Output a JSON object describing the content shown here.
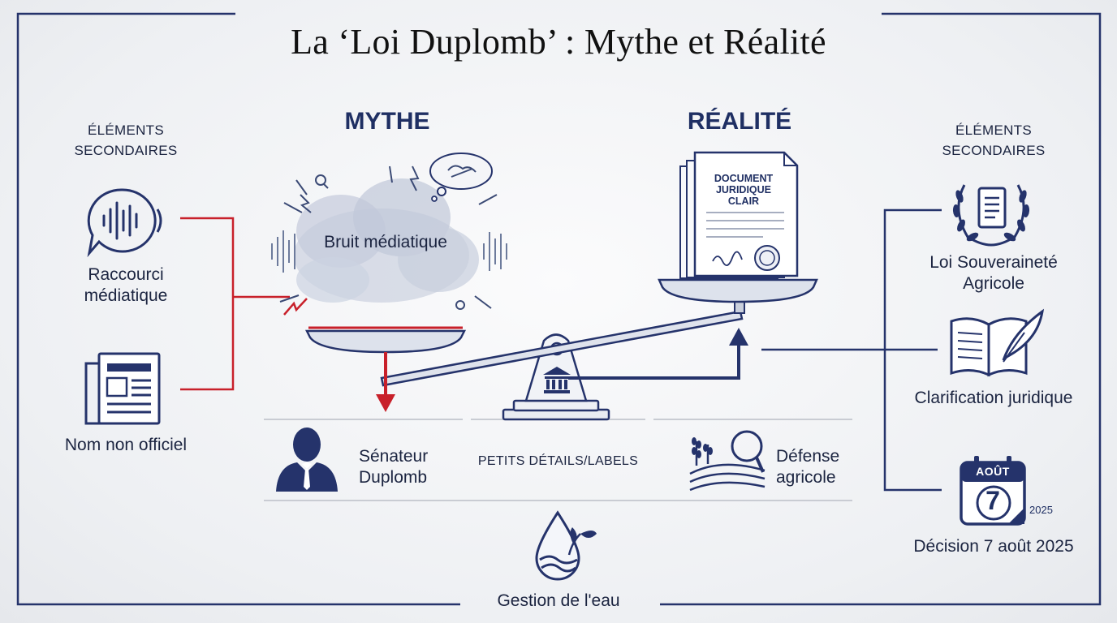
{
  "title": "La ‘Loi Duplomb’ : Mythe et Réalité",
  "columns": {
    "myth": "MYTHE",
    "reality": "RÉALITÉ"
  },
  "left_panel": {
    "heading": "ÉLÉMENTS SECONDAIRES",
    "items": [
      {
        "label": "Raccourci médiatique",
        "icon": "audio-bubble-icon"
      },
      {
        "label": "Nom non officiel",
        "icon": "newspaper-icon"
      }
    ]
  },
  "right_panel": {
    "heading": "ÉLÉMENTS SECONDAIRES",
    "items": [
      {
        "label": "Loi Souveraineté Agricole",
        "icon": "laurel-scroll-icon"
      },
      {
        "label": "Clarification juridique",
        "icon": "open-book-quill-icon"
      },
      {
        "label": "Décision 7 août 2025",
        "icon": "calendar-icon",
        "calendar_month": "AOÛT",
        "calendar_day": "7",
        "calendar_year": "2025"
      }
    ]
  },
  "scale": {
    "myth_pan_label": "Bruit médiatique",
    "reality_document": "DOCUMENT JURIDIQUE CLAIR",
    "bottom_items": [
      {
        "label": "Sénateur Duplomb",
        "icon": "senator-silhouette-icon"
      },
      {
        "label": "PETITS DÉTAILS/LABELS"
      },
      {
        "label": "Défense agricole",
        "icon": "field-magnifier-icon"
      }
    ],
    "footer_item": {
      "label": "Gestion de l'eau",
      "icon": "water-drop-plant-icon"
    }
  },
  "colors": {
    "navy": "#1f2f63",
    "red": "#c8202a",
    "frame": "#25336b"
  }
}
